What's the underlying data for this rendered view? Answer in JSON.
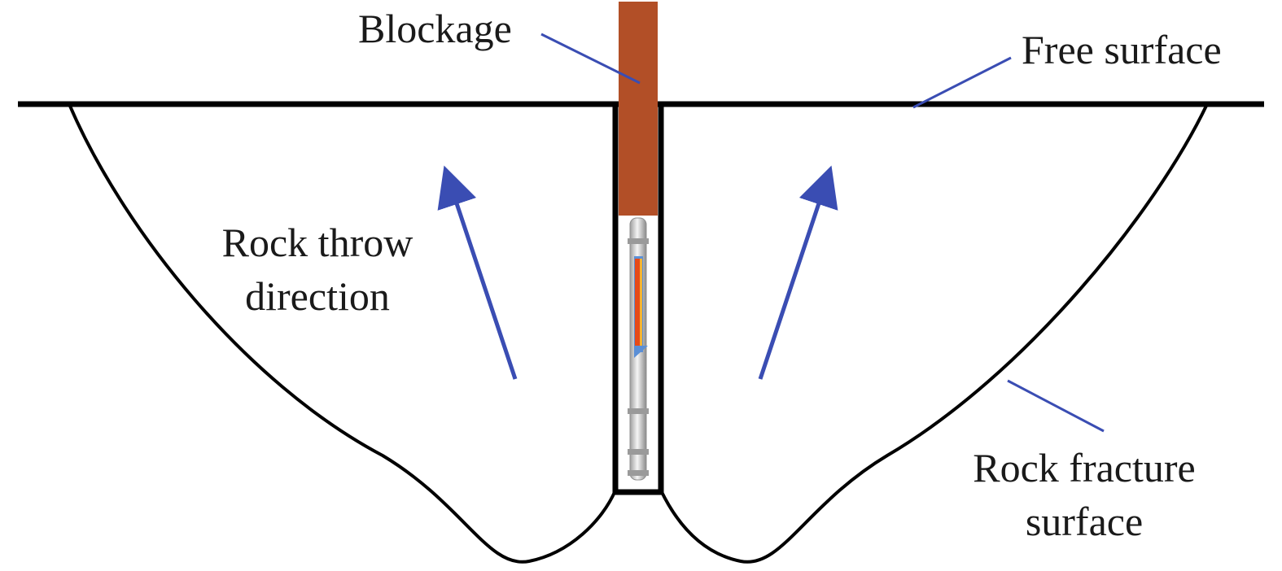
{
  "labels": {
    "blockage": "Blockage",
    "free_surface": "Free surface",
    "rock_throw_line1": "Rock throw",
    "rock_throw_line2": "direction",
    "rock_fracture_line1": "Rock fracture",
    "rock_fracture_line2": "surface"
  },
  "colors": {
    "outline": "#000000",
    "blockage": "#b24f27",
    "arrow": "#3a4db3",
    "leader": "#3a4db3",
    "charge_core": "#e64a19",
    "charge_band": "#f5b431",
    "charge_side": "#5b8fd6",
    "probe": "#bdbdbd"
  },
  "icons": {
    "explosive_charge": "explosive-charge-icon",
    "arrow": "arrow-up-icon"
  }
}
